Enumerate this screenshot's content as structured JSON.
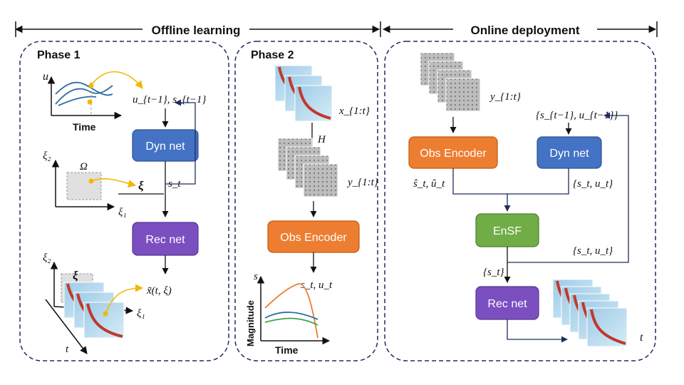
{
  "headers": {
    "offline": "Offline learning",
    "online": "Online deployment"
  },
  "phase1": {
    "title": "Phase 1",
    "plot_ylabel": "u",
    "plot_xlabel": "Time",
    "inputs": "u_{t−1}, s_{t−1}",
    "dyn_net": "Dyn net",
    "omega": "Ω",
    "xi_axis2": "ξ₂",
    "xi_axis1": "ξ₁",
    "xi": "ξ",
    "s_t": "s_t",
    "rec_net": "Rec net",
    "output": "x̃(t, ξ)",
    "t_axis": "t"
  },
  "phase2": {
    "title": "Phase 2",
    "x_label": "x_{1:t}",
    "h_label": "H",
    "y_label": "y_{1:t}",
    "obs_encoder": "Obs Encoder",
    "outputs": "s_t, u_t",
    "plot_ylabel": "Magnitude",
    "plot_s": "s",
    "plot_xlabel": "Time"
  },
  "online": {
    "y_label": "y_{1:t}",
    "prev_state": "{s_{t−1}, u_{t−1}}",
    "obs_encoder": "Obs Encoder",
    "dyn_net": "Dyn net",
    "hat_label": "ŝ_t, û_t",
    "pred_label": "{s_t, u_t}",
    "ensf": "EnSF",
    "post_label": "{s_t, u_t}",
    "s_set": "{s_t}",
    "rec_net": "Rec net",
    "t_label": "t"
  },
  "colors": {
    "blue": "#4472c4",
    "orange": "#ed7d31",
    "purple": "#7b4fc0",
    "green": "#70ad47",
    "navy": "#1f2d5c",
    "yellow": "#f2b800"
  }
}
